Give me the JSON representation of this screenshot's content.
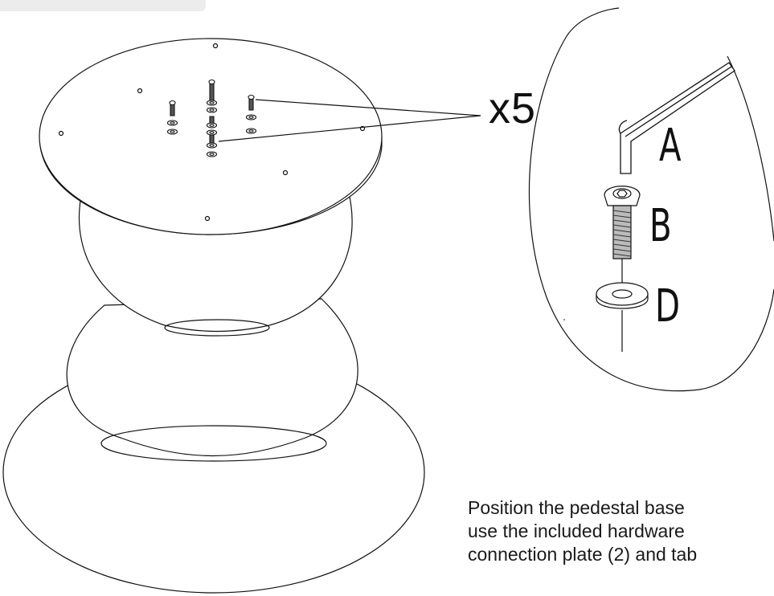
{
  "callout": {
    "quantity": "x5"
  },
  "parts": [
    {
      "letter": "A",
      "icon": "allen-key-icon"
    },
    {
      "letter": "B",
      "icon": "bolt-icon"
    },
    {
      "letter": "D",
      "icon": "washer-icon"
    }
  ],
  "instructions": {
    "lines": [
      "Position the pedestal base",
      "use the included hardware",
      "connection plate (2) and tab"
    ]
  },
  "colors": {
    "line": "#111111",
    "background": "#ffffff",
    "topbar": "#ececec"
  }
}
